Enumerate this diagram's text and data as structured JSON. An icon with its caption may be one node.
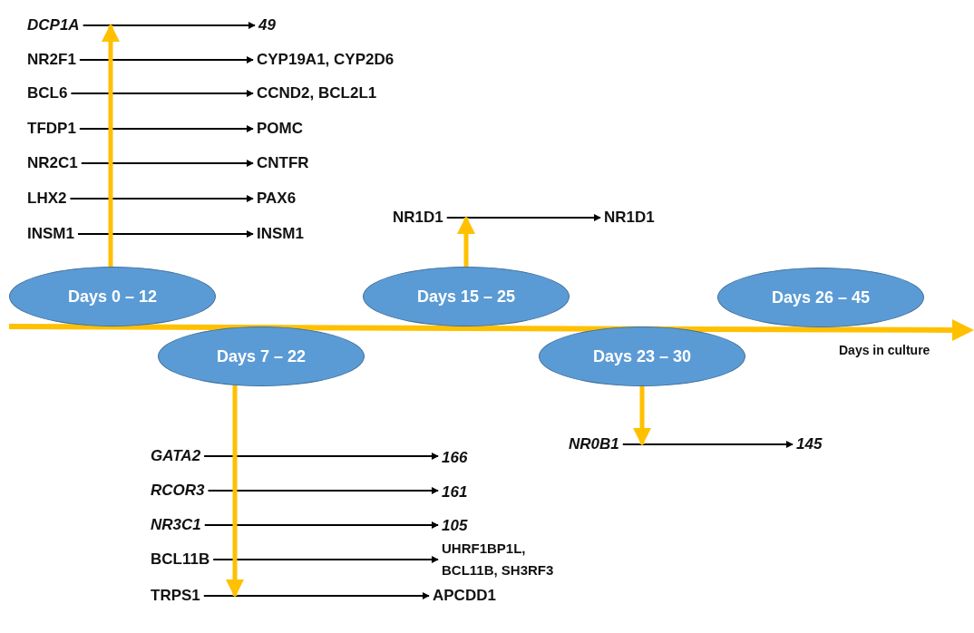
{
  "diagram": {
    "nodes": [
      {
        "text": [
          "DCP1A"
        ]
      },
      {
        "text": [
          "49"
        ]
      },
      {
        "text": [
          "NR2F1"
        ]
      },
      {
        "text": [
          "CYP19A1, CYP2D6"
        ]
      },
      {
        "text": [
          "BCL6"
        ]
      },
      {
        "text": [
          "CCND2, BCL2L1"
        ]
      },
      {
        "text": [
          "TFDP1"
        ]
      },
      {
        "text": [
          "POMC"
        ]
      },
      {
        "text": [
          "NR2C1"
        ]
      },
      {
        "text": [
          "CNTFR"
        ]
      },
      {
        "text": [
          "LHX2"
        ]
      },
      {
        "text": [
          "PAX6"
        ]
      },
      {
        "text": [
          "INSM1"
        ]
      },
      {
        "text": [
          "INSM1"
        ]
      },
      {
        "text": [
          "NR1D1"
        ]
      },
      {
        "text": [
          "NR1D1"
        ]
      },
      {
        "text": [
          "Days 0 – 12"
        ]
      },
      {
        "text": [
          "Days 15 – 25"
        ]
      },
      {
        "text": [
          "Days 26 – 45"
        ]
      },
      {
        "text": [
          "Days 7 – 22"
        ]
      },
      {
        "text": [
          "Days 23 – 30"
        ]
      },
      {
        "text": [
          "NR0B1"
        ]
      },
      {
        "text": [
          "145"
        ]
      },
      {
        "text": [
          "GATA2"
        ]
      },
      {
        "text": [
          "166"
        ]
      },
      {
        "text": [
          "RCOR3"
        ]
      },
      {
        "text": [
          "161"
        ]
      },
      {
        "text": [
          "NR3C1"
        ]
      },
      {
        "text": [
          "105"
        ]
      },
      {
        "text": [
          "BCL11B"
        ]
      },
      {
        "text": [
          "UHRF1BP1L, BCL11B, SH3RF3"
        ]
      },
      {
        "text": [
          "TRPS1"
        ]
      },
      {
        "text": [
          "APCDD1"
        ]
      }
    ],
    "edges": [
      {
        "from": 0,
        "to": 1,
        "arrow": "to"
      },
      {
        "from": 2,
        "to": 3,
        "arrow": "to"
      },
      {
        "from": 4,
        "to": 5,
        "arrow": "to"
      },
      {
        "from": 6,
        "to": 7,
        "arrow": "to"
      },
      {
        "from": 8,
        "to": 9,
        "arrow": "to"
      },
      {
        "from": 10,
        "to": 11,
        "arrow": "to"
      },
      {
        "from": 12,
        "to": 13,
        "arrow": "to"
      },
      {
        "from": 14,
        "to": 15,
        "arrow": "to"
      },
      {
        "from": 21,
        "to": 22,
        "arrow": "to"
      },
      {
        "from": 23,
        "to": 24,
        "arrow": "to"
      },
      {
        "from": 25,
        "to": 26,
        "arrow": "to"
      },
      {
        "from": 27,
        "to": 28,
        "arrow": "to"
      },
      {
        "from": 29,
        "to": 30,
        "arrow": "to"
      },
      {
        "from": 31,
        "to": 32,
        "arrow": "to"
      },
      {
        "from": 16,
        "to": 0,
        "arrow": "to",
        "style": "thick",
        "color": "#ffc000"
      },
      {
        "from": 17,
        "to": 14,
        "arrow": "to",
        "style": "thick",
        "color": "#ffc000"
      },
      {
        "from": 19,
        "to": 31,
        "arrow": "to",
        "style": "thick",
        "color": "#ffc000"
      },
      {
        "from": 20,
        "to": 21,
        "arrow": "to",
        "style": "thick",
        "color": "#ffc000"
      }
    ],
    "labels": [
      "Days in culture"
    ]
  }
}
